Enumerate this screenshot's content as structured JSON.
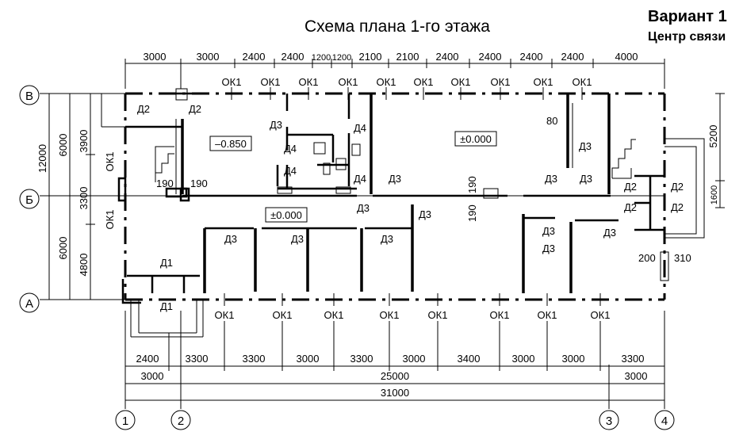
{
  "header": {
    "title": "Схема плана 1-го этажа",
    "variant": "Вариант 1",
    "subtitle": "Центр связи"
  },
  "axes": {
    "horizontal": [
      "В",
      "Б",
      "А"
    ],
    "vertical": [
      "1",
      "2",
      "3",
      "4"
    ]
  },
  "top_dims": [
    "3000",
    "3000",
    "2400",
    "2400",
    "1200",
    "1200",
    "2100",
    "2100",
    "2400",
    "2400",
    "2400",
    "2400",
    "4000"
  ],
  "bottom_dims": [
    "2400",
    "3300",
    "3300",
    "3000",
    "3300",
    "3000",
    "3400",
    "3000",
    "3000",
    "3300"
  ],
  "bottom_axis_dims": [
    "3000",
    "25000",
    "3000"
  ],
  "bottom_total": "31000",
  "left_dims": {
    "outer": "12000",
    "mid": [
      "6000",
      "6000"
    ],
    "inner": [
      "3900",
      "3300",
      "4800"
    ]
  },
  "right_dims": [
    "5200",
    "1600"
  ],
  "levels": [
    "–0.850",
    "±0.000",
    "±0.000"
  ],
  "window_label": "ОК1",
  "labels": {
    "d2": "Д2",
    "d3": "Д3",
    "d4": "Д4",
    "d1": "Д1",
    "dim80": "80",
    "dim190": "190",
    "dim200": "200",
    "dim310": "310"
  }
}
